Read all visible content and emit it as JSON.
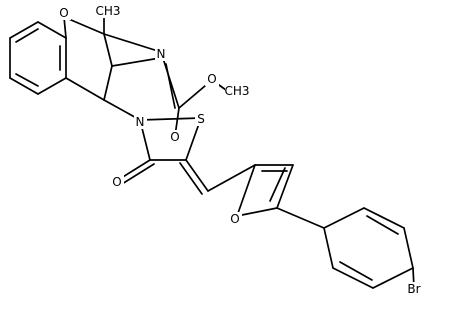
{
  "atom_labels": {
    "o_pyran": "O",
    "methyl": "CH3",
    "n_imine": "N",
    "o_methoxy": "O",
    "methoxy_me": "CH3",
    "o_carbonyl": "O",
    "n_thiazolidine": "N",
    "s_thiazolidine": "S",
    "o_ketone": "O",
    "o_furan": "O",
    "br": "Br"
  },
  "colors": {
    "bond": "#000000",
    "text": "#000000",
    "background": "#ffffff"
  }
}
